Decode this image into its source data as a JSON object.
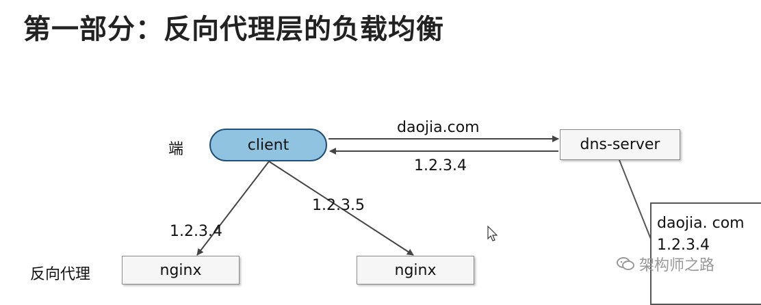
{
  "title": "第一部分：反向代理层的负载均衡",
  "labels": {
    "client_side": "端",
    "reverse_proxy": "反向代理"
  },
  "nodes": {
    "client": "client",
    "dns_server": "dns-server",
    "nginx_1": "nginx",
    "nginx_2": "nginx"
  },
  "edges": {
    "query_domain": "daojia.com",
    "dns_reply": "1.2.3.4",
    "to_nginx_1": "1.2.3.4",
    "to_nginx_2": "1.2.3.5"
  },
  "dns_note": {
    "line1": "daojia. com",
    "line2": "1.2.3.4"
  },
  "watermark": "架构师之路"
}
